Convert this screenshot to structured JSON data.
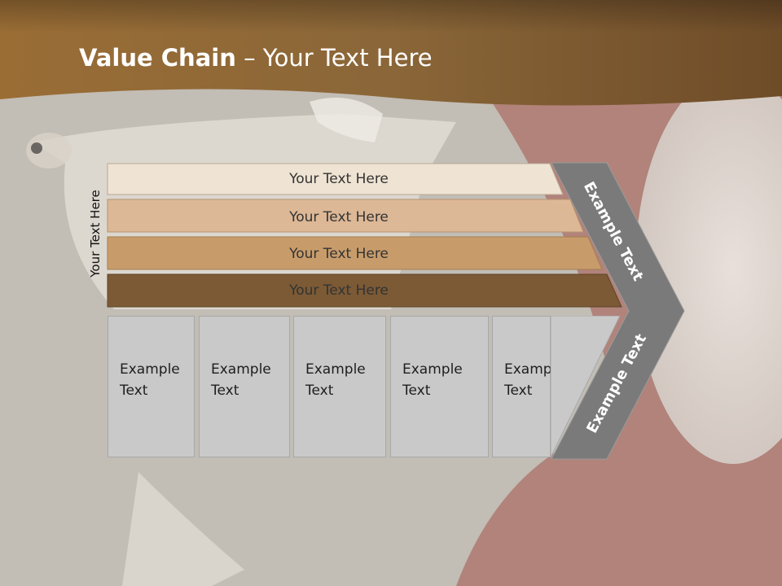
{
  "slide": {
    "title_bold": "Value Chain",
    "title_rest": " – Your Text Here",
    "vertical_label": "Your Text Here"
  },
  "bars": [
    {
      "label": "Your Text Here",
      "color": "#efe3d3"
    },
    {
      "label": "Your Text Here",
      "color": "#ddb896"
    },
    {
      "label": "Your Text Here",
      "color": "#c89c6a"
    },
    {
      "label": "Your Text Here",
      "color": "#7b5a35"
    }
  ],
  "columns": [
    {
      "line1": "Example",
      "line2": "Text"
    },
    {
      "line1": "Example",
      "line2": "Text"
    },
    {
      "line1": "Example",
      "line2": "Text"
    },
    {
      "line1": "Example",
      "line2": "Text"
    },
    {
      "line1": "Example",
      "line2": "Text"
    }
  ],
  "chevron": {
    "upper_text": "Example Text",
    "lower_text": "Example Text",
    "color": "#7a7a7a"
  },
  "colors": {
    "header": "#7c5a30",
    "column_fill": "#c9c9c9"
  }
}
